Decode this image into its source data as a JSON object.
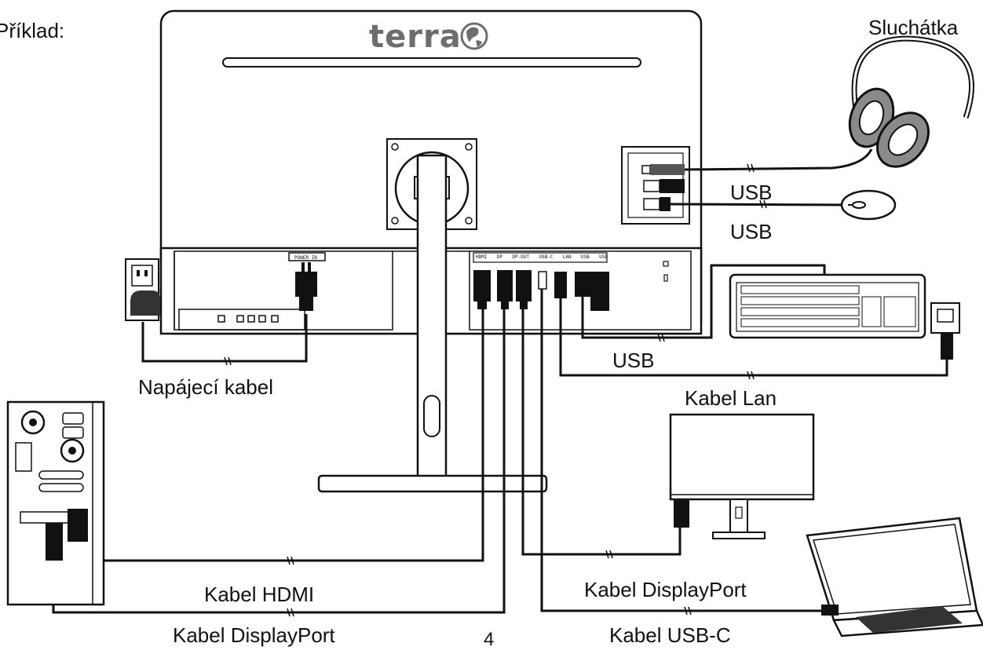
{
  "example_label": "Příklad:",
  "brand": "terra",
  "page_number": "4",
  "devices": {
    "headphones": "Sluchátka"
  },
  "cables": {
    "usb_mouse": "USB",
    "usb_second": "USB",
    "usb_keyboard": "USB",
    "power": "Napájecí kabel",
    "lan": "Kabel Lan",
    "hdmi": "Kabel HDMI",
    "displayport_monitor": "Kabel DisplayPort",
    "displayport_pc": "Kabel DisplayPort",
    "usbc": "Kabel USB-C"
  },
  "ports": [
    "HDMI",
    "DP",
    "DP-OUT",
    "USB-C",
    "LAN",
    "USB",
    "USB"
  ],
  "colors": {
    "line": "#111111",
    "logo_grey": "#6d6d6d",
    "ear_cushion": "#8a8a8a"
  }
}
